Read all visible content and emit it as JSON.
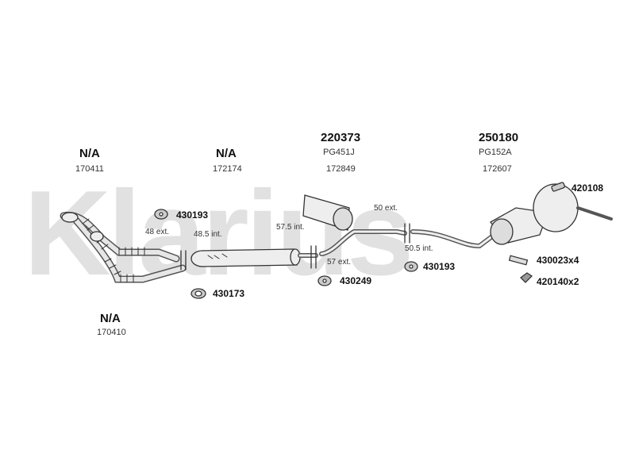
{
  "watermark": "Klarius",
  "section_labels": [
    {
      "title": "N/A",
      "code": "170411"
    },
    {
      "title": "N/A",
      "code": "172174"
    },
    {
      "title": "220373",
      "sub": "PG451J",
      "code": "172849"
    },
    {
      "title": "250180",
      "sub": "PG152A",
      "code": "172607"
    },
    {
      "title": "N/A",
      "code": "170410"
    }
  ],
  "dimensions": {
    "d48ext": "48 ext.",
    "d48int": "48.5 int.",
    "d57int": "57.5 int.",
    "d57ext": "57 ext.",
    "d50ext": "50 ext.",
    "d50int": "50.5 int."
  },
  "parts": {
    "p430193a": "430193",
    "p430173": "430173",
    "p430249": "430249",
    "p430193b": "430193",
    "p420108": "420108",
    "p430023": "430023x4",
    "p420140": "420140x2"
  }
}
